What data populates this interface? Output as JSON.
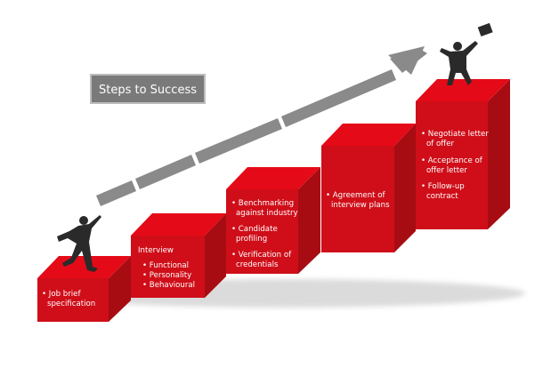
{
  "title": "Steps to Success",
  "colors": {
    "front": "#cf0e19",
    "top": "#e50a17",
    "side": "#a70c13",
    "arrow": "#8a8a8a",
    "figure": "#2a2a2a"
  },
  "steps": [
    {
      "heading": "",
      "lines": [
        "• Job brief",
        "specification"
      ]
    },
    {
      "heading": "Interview",
      "lines": [
        "• Functional",
        "• Personality",
        "• Behavioural"
      ]
    },
    {
      "heading": "",
      "lines": [
        "• Benchmarking",
        "against industry",
        "• Candidate",
        "profiling",
        "• Verification of",
        "credentials"
      ]
    },
    {
      "heading": "",
      "lines": [
        "• Agreement of",
        "interview plans"
      ]
    },
    {
      "heading": "",
      "lines": [
        "• Negotiate letter",
        "of offer",
        "• Acceptance of",
        "offer letter",
        "• Follow-up",
        "contract"
      ]
    }
  ]
}
